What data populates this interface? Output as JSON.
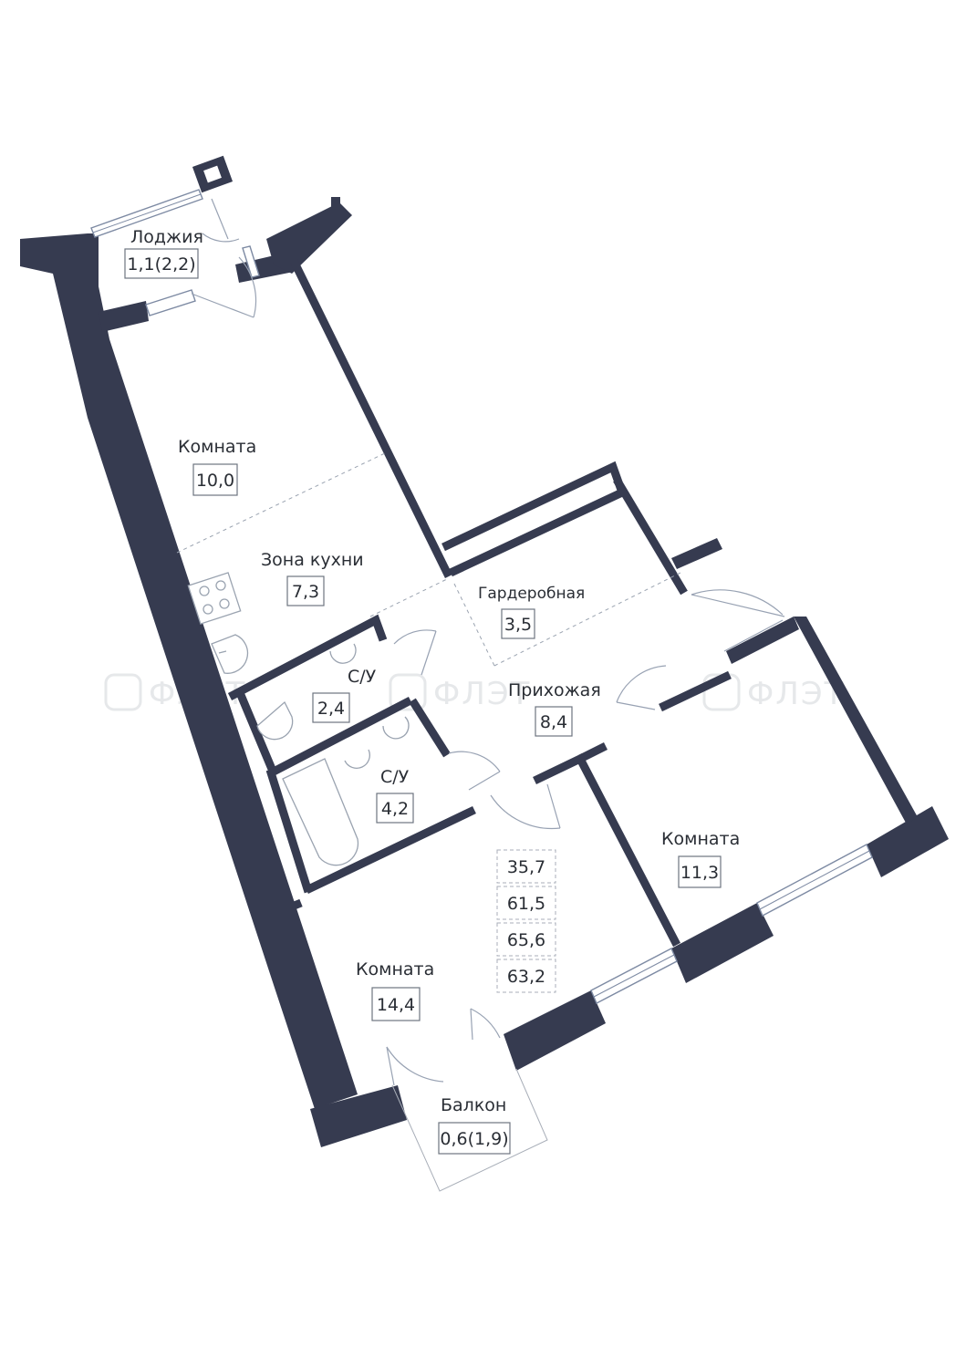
{
  "watermark": {
    "text": "ФЛЭТ"
  },
  "rooms": [
    {
      "id": "loggia",
      "name": "Лоджия",
      "area": "1,1(2,2)"
    },
    {
      "id": "room1",
      "name": "Комната",
      "area": "10,0"
    },
    {
      "id": "kitchen",
      "name": "Зона кухни",
      "area": "7,3"
    },
    {
      "id": "wardrobe",
      "name": "Гардеробная",
      "area": "3,5"
    },
    {
      "id": "bath1",
      "name": "С/У",
      "area": "2,4"
    },
    {
      "id": "hall",
      "name": "Прихожая",
      "area": "8,4"
    },
    {
      "id": "bath2",
      "name": "С/У",
      "area": "4,2"
    },
    {
      "id": "room2",
      "name": "Комната",
      "area": "11,3"
    },
    {
      "id": "room3",
      "name": "Комната",
      "area": "14,4"
    },
    {
      "id": "balcony",
      "name": "Балкон",
      "area": "0,6(1,9)"
    }
  ],
  "totals": [
    "35,7",
    "61,5",
    "65,6",
    "63,2"
  ],
  "colors": {
    "wall": "#363b50",
    "text": "#2a2e35",
    "fixture": "#9aa3b0"
  }
}
